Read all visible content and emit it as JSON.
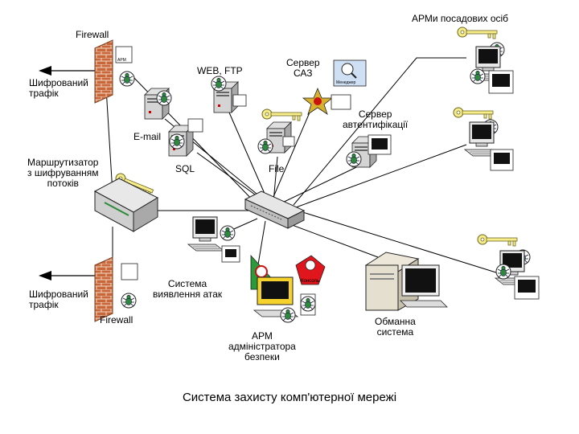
{
  "labels": {
    "firewall_top": "Firewall",
    "encrypted_top": "Шифрований\nтрафік",
    "web_ftp": "WEB, FTP",
    "saz_server": "Сервер\nСАЗ",
    "arm_officials": "АРМи посадових осіб",
    "auth_server": "Сервер\nавтентифікації",
    "email": "E-mail",
    "sql": "SQL",
    "file": "File",
    "router": "Маршрутизатор\nз шифруванням\nпотоків",
    "ids": "Система\nвиявлення атак",
    "encrypted_bottom": "Шифрований\nтрафік",
    "firewall_bottom": "Firewall",
    "arm_admin": "АРМ\nадміністратора\nбезпеки",
    "honeypot": "Обманна\nсистема"
  },
  "badges": {
    "apm": "АРМ",
    "console": "Консоль",
    "manager": "Менеджер"
  },
  "caption": "Система захисту комп'ютерної мережі"
}
